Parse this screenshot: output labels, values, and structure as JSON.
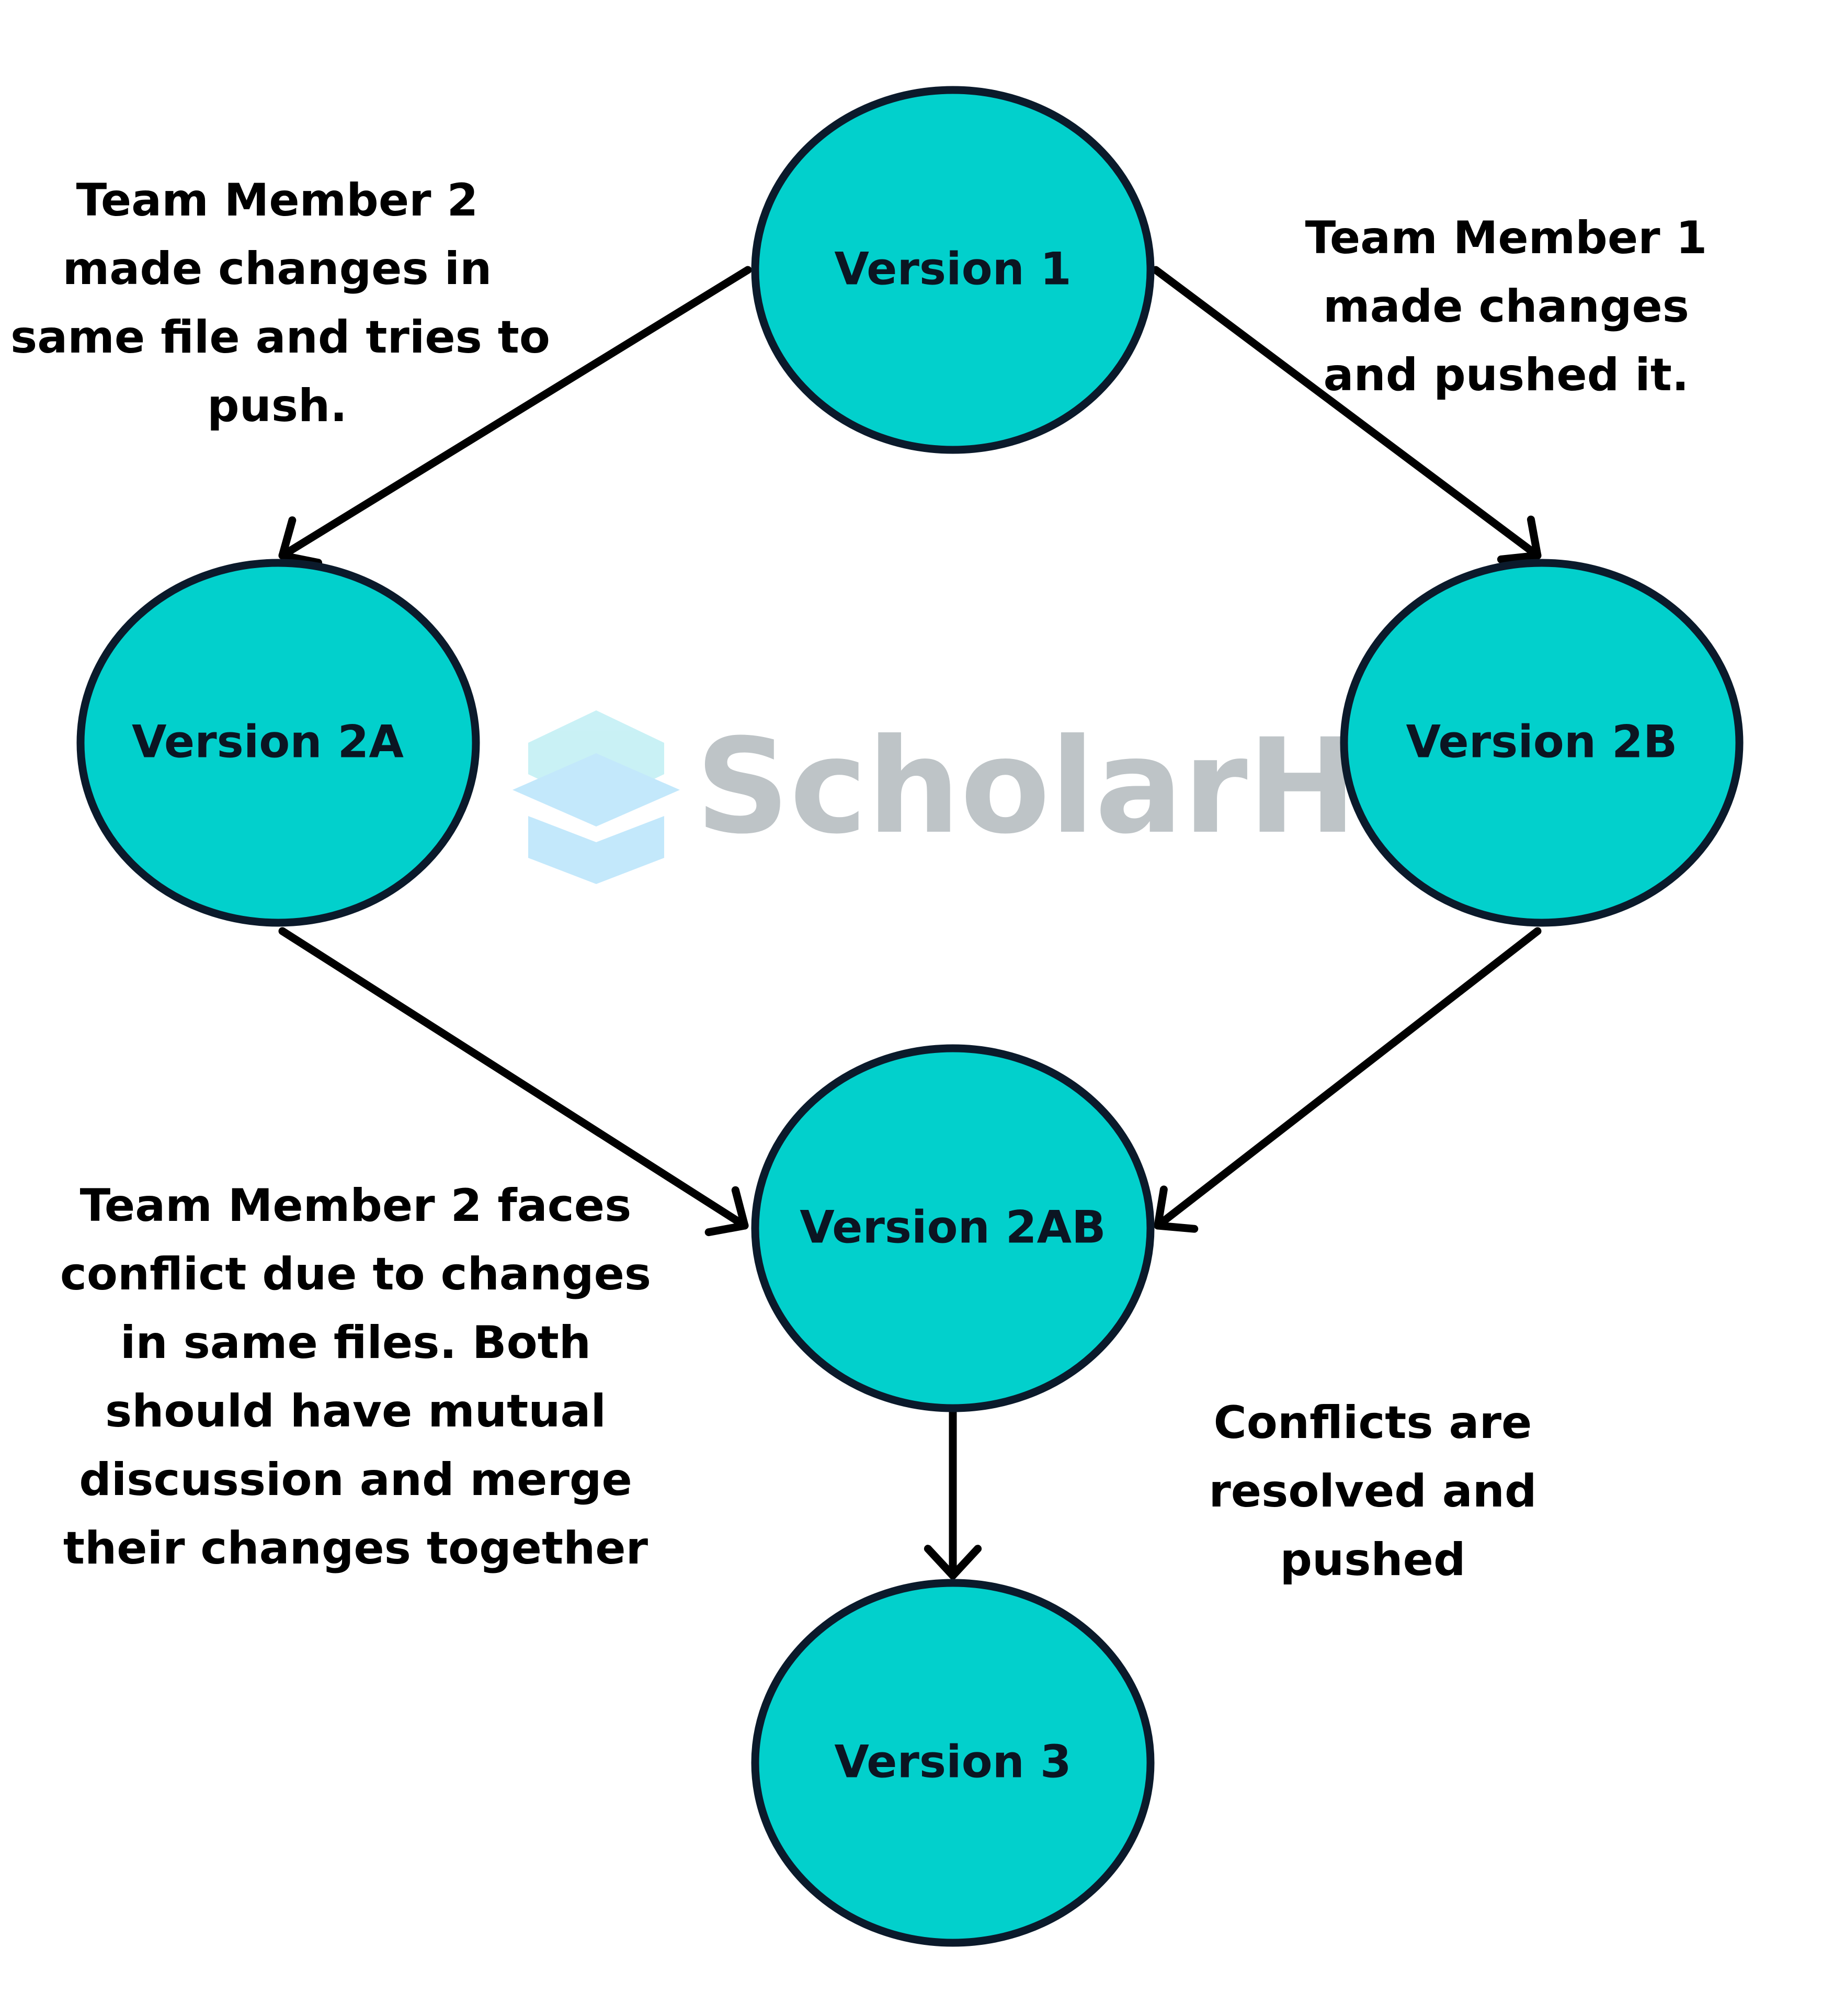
{
  "diagram": {
    "colors": {
      "node_fill": "#02d0cc",
      "node_stroke": "#0b1a2b",
      "edge": "#000000",
      "watermark_text": "#b7bec2",
      "watermark_icon": "#bfe8ff"
    },
    "nodes": [
      {
        "id": "v1",
        "label": "Version 1"
      },
      {
        "id": "v2a",
        "label": "Version 2A"
      },
      {
        "id": "v2b",
        "label": "Version 2B"
      },
      {
        "id": "v2ab",
        "label": "Version 2AB"
      },
      {
        "id": "v3",
        "label": "Version 3"
      }
    ],
    "edges": [
      {
        "from": "v1",
        "to": "v2a"
      },
      {
        "from": "v1",
        "to": "v2b"
      },
      {
        "from": "v2a",
        "to": "v2ab"
      },
      {
        "from": "v2b",
        "to": "v2ab"
      },
      {
        "from": "v2ab",
        "to": "v3"
      }
    ],
    "annotations": {
      "tm2": [
        "Team Member 2",
        "made changes in",
        "same file and tries to",
        "push."
      ],
      "tm1": [
        "Team Member 1",
        "made changes",
        "and pushed it."
      ],
      "conflict": [
        "Team Member 2 faces",
        "conflict due to changes",
        "in same files. Both",
        "should have mutual",
        "discussion and merge",
        "their changes together"
      ],
      "resolved": [
        "Conflicts are",
        "resolved and",
        "pushed"
      ]
    }
  },
  "watermark": {
    "text": "ScholarHat",
    "icon": "layers-logo-icon"
  }
}
